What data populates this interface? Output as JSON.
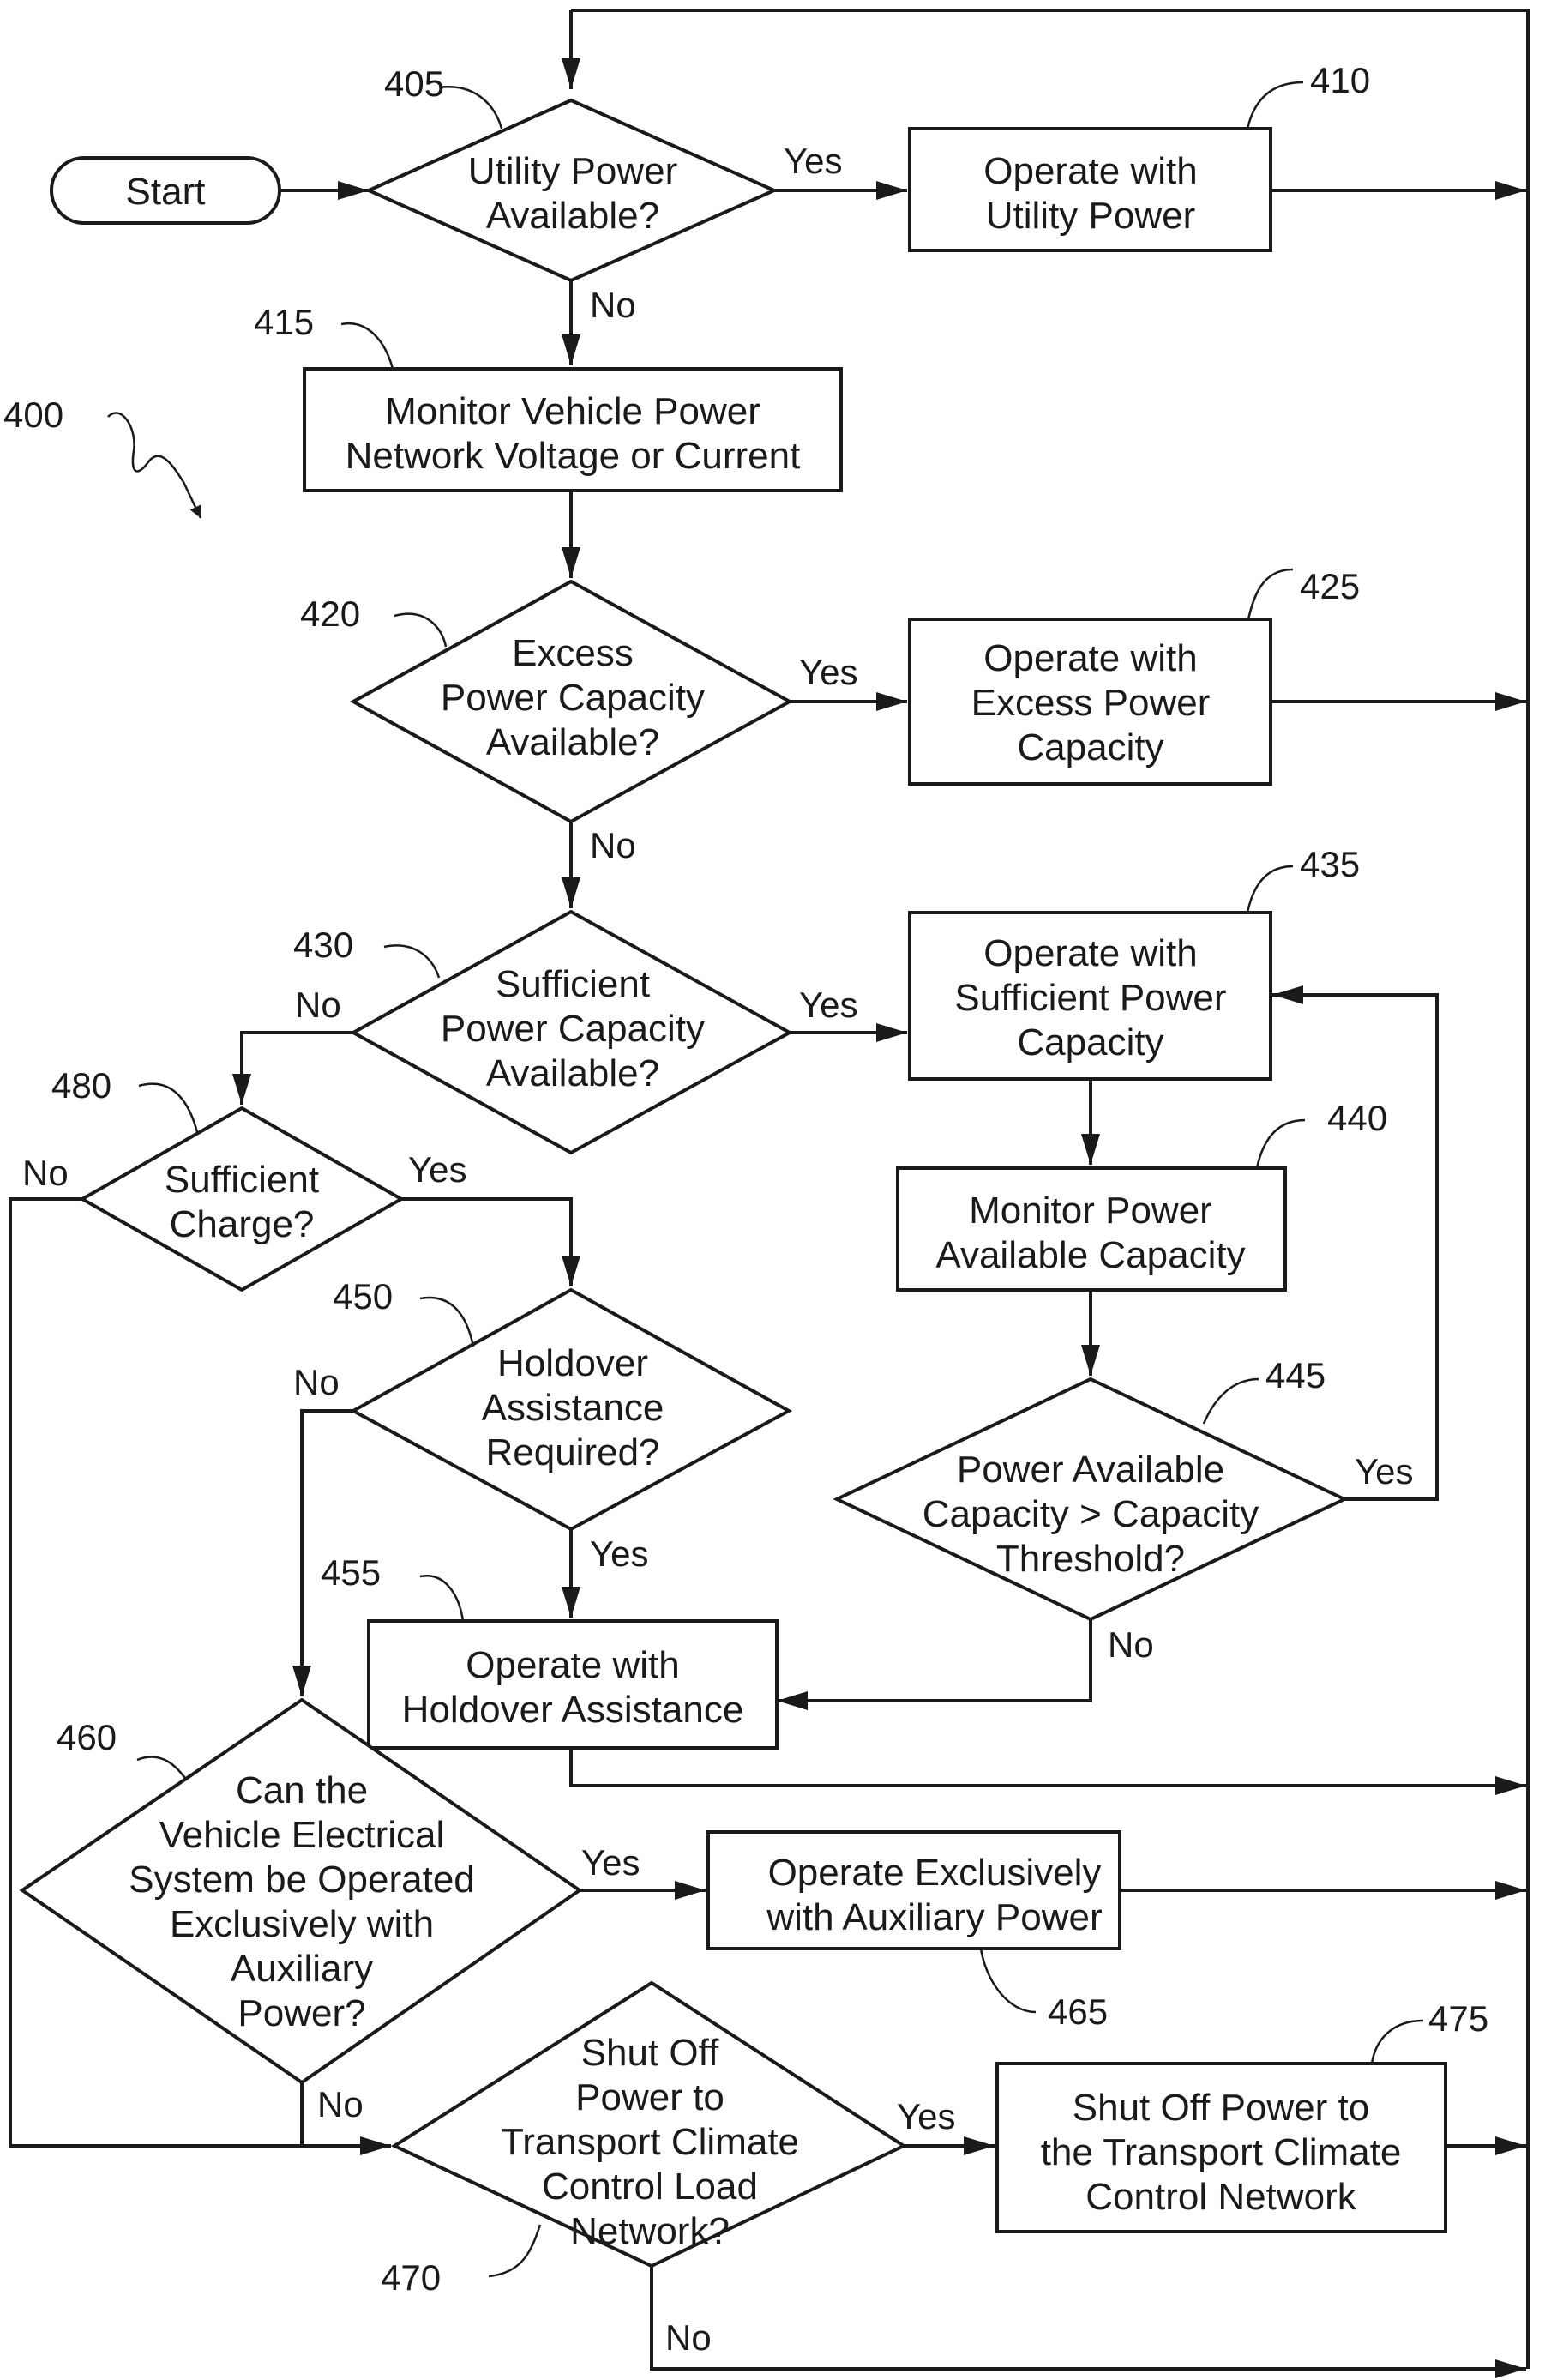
{
  "diagram": {
    "figure_ref": "400",
    "nodes": [
      {
        "id": "start",
        "type": "terminal",
        "lines": [
          "Start"
        ]
      },
      {
        "id": "n405",
        "type": "decision",
        "ref": "405",
        "lines": [
          "Utility Power",
          "Available?"
        ]
      },
      {
        "id": "n410",
        "type": "process",
        "ref": "410",
        "lines": [
          "Operate with",
          "Utility Power"
        ]
      },
      {
        "id": "n415",
        "type": "process",
        "ref": "415",
        "lines": [
          "Monitor Vehicle Power",
          "Network Voltage or Current"
        ]
      },
      {
        "id": "n420",
        "type": "decision",
        "ref": "420",
        "lines": [
          "Excess",
          "Power Capacity",
          "Available?"
        ]
      },
      {
        "id": "n425",
        "type": "process",
        "ref": "425",
        "lines": [
          "Operate with",
          "Excess Power",
          "Capacity"
        ]
      },
      {
        "id": "n430",
        "type": "decision",
        "ref": "430",
        "lines": [
          "Sufficient",
          "Power Capacity",
          "Available?"
        ]
      },
      {
        "id": "n435",
        "type": "process",
        "ref": "435",
        "lines": [
          "Operate with",
          "Sufficient Power",
          "Capacity"
        ]
      },
      {
        "id": "n440",
        "type": "process",
        "ref": "440",
        "lines": [
          "Monitor Power",
          "Available Capacity"
        ]
      },
      {
        "id": "n445",
        "type": "decision",
        "ref": "445",
        "lines": [
          "Power Available",
          "Capacity > Capacity",
          "Threshold?"
        ]
      },
      {
        "id": "n480",
        "type": "decision",
        "ref": "480",
        "lines": [
          "Sufficient",
          "Charge?"
        ]
      },
      {
        "id": "n450",
        "type": "decision",
        "ref": "450",
        "lines": [
          "Holdover",
          "Assistance",
          "Required?"
        ]
      },
      {
        "id": "n455",
        "type": "process",
        "ref": "455",
        "lines": [
          "Operate with",
          "Holdover Assistance"
        ]
      },
      {
        "id": "n460",
        "type": "decision",
        "ref": "460",
        "lines": [
          "Can the",
          "Vehicle Electrical",
          "System be Operated",
          "Exclusively with",
          "Auxiliary",
          "Power?"
        ]
      },
      {
        "id": "n465",
        "type": "process",
        "ref": "465",
        "lines": [
          "Operate Exclusively",
          "with Auxiliary Power"
        ]
      },
      {
        "id": "n470",
        "type": "decision",
        "ref": "470",
        "lines": [
          "Shut Off",
          "Power to",
          "Transport Climate",
          "Control Load",
          "Network?"
        ]
      },
      {
        "id": "n475",
        "type": "process",
        "ref": "475",
        "lines": [
          "Shut Off Power to",
          "the Transport Climate",
          "Control Network"
        ]
      }
    ],
    "edge_labels": [
      {
        "id": "e405-yes",
        "text": "Yes"
      },
      {
        "id": "e405-no",
        "text": "No"
      },
      {
        "id": "e420-yes",
        "text": "Yes"
      },
      {
        "id": "e420-no",
        "text": "No"
      },
      {
        "id": "e430-yes",
        "text": "Yes"
      },
      {
        "id": "e430-no",
        "text": "No"
      },
      {
        "id": "e480-yes",
        "text": "Yes"
      },
      {
        "id": "e480-no",
        "text": "No"
      },
      {
        "id": "e450-no",
        "text": "No"
      },
      {
        "id": "e450-yes",
        "text": "Yes"
      },
      {
        "id": "e445-yes",
        "text": "Yes"
      },
      {
        "id": "e445-no",
        "text": "No"
      },
      {
        "id": "e460-yes",
        "text": "Yes"
      },
      {
        "id": "e460-no",
        "text": "No"
      },
      {
        "id": "e470-yes",
        "text": "Yes"
      },
      {
        "id": "e470-no",
        "text": "No"
      }
    ]
  }
}
